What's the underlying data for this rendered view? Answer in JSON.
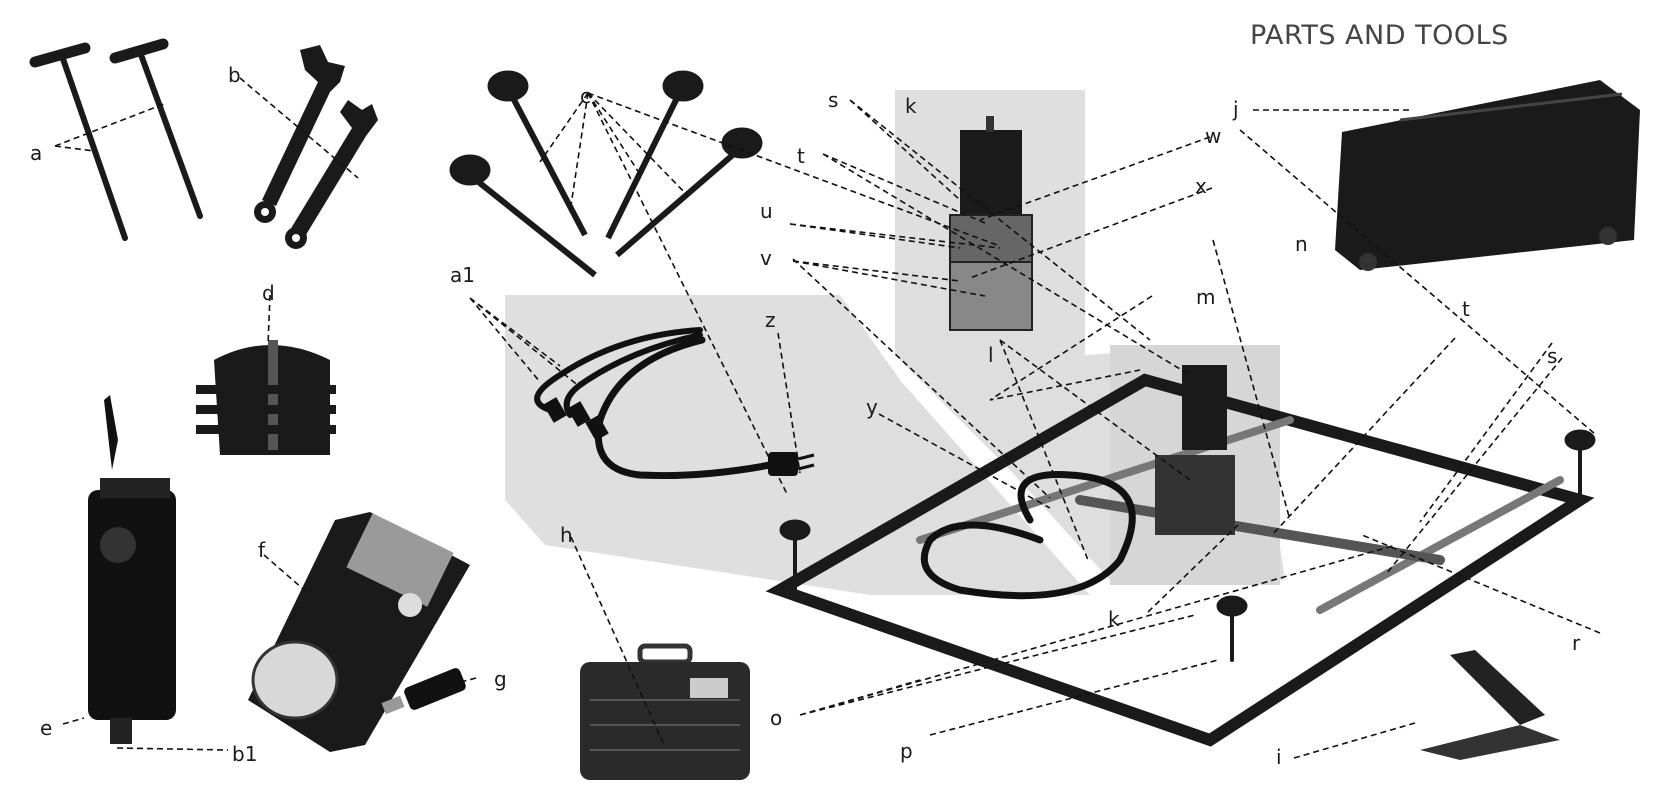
{
  "title": "PARTS AND TOOLS",
  "labels": {
    "a": "a",
    "b": "b",
    "c": "c",
    "d": "d",
    "e": "e",
    "f": "f",
    "g": "g",
    "h": "h",
    "i": "i",
    "j": "j",
    "k": "k",
    "k2": "k",
    "l": "l",
    "m": "m",
    "n": "n",
    "o": "o",
    "p": "p",
    "r": "r",
    "s": "s",
    "s2": "s",
    "t": "t",
    "t2": "t",
    "u": "u",
    "v": "v",
    "w": "w",
    "x": "x",
    "y": "y",
    "z": "z",
    "a1": "a1",
    "b1": "b1"
  },
  "colors": {
    "ink": "#1a1a1a",
    "panel": "#d9d9d9",
    "metal": "#8a8a8a",
    "leader": "#111111"
  },
  "icons": [
    "t-handle-key-icon",
    "wrench-icon",
    "thumb-screw-icon",
    "cable-icon",
    "power-plug-icon",
    "spindle-clamp-icon",
    "spindle-motor-icon",
    "handwheel-pendant-icon",
    "usb-dongle-icon",
    "carry-case-icon",
    "laptop-icon",
    "transport-case-icon",
    "z-axis-motor-icon",
    "cnc-frame-icon"
  ]
}
